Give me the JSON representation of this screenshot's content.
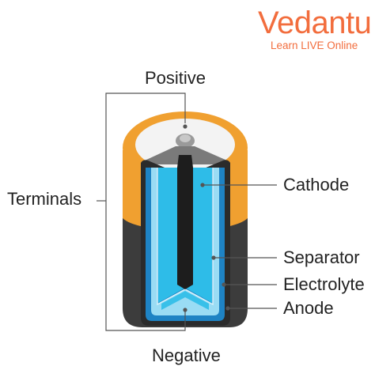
{
  "brand": {
    "name": "Vedantu",
    "tagline": "Learn LIVE Online",
    "color": "#f26d3d"
  },
  "labels": {
    "positive": "Positive",
    "negative": "Negative",
    "terminals": "Terminals",
    "cathode": "Cathode",
    "separator": "Separator",
    "electrolyte": "Electrolyte",
    "anode": "Anode"
  },
  "colors": {
    "casing_orange": "#f0a030",
    "casing_dark": "#3c3c3c",
    "top_cap": "#f3f3f3",
    "cathode_blue": "#2ebce8",
    "electrolyte_blue": "#9adcf4",
    "anode_blue": "#1e83c4",
    "core_black": "#1d1d1d",
    "leader_line": "#555555"
  }
}
